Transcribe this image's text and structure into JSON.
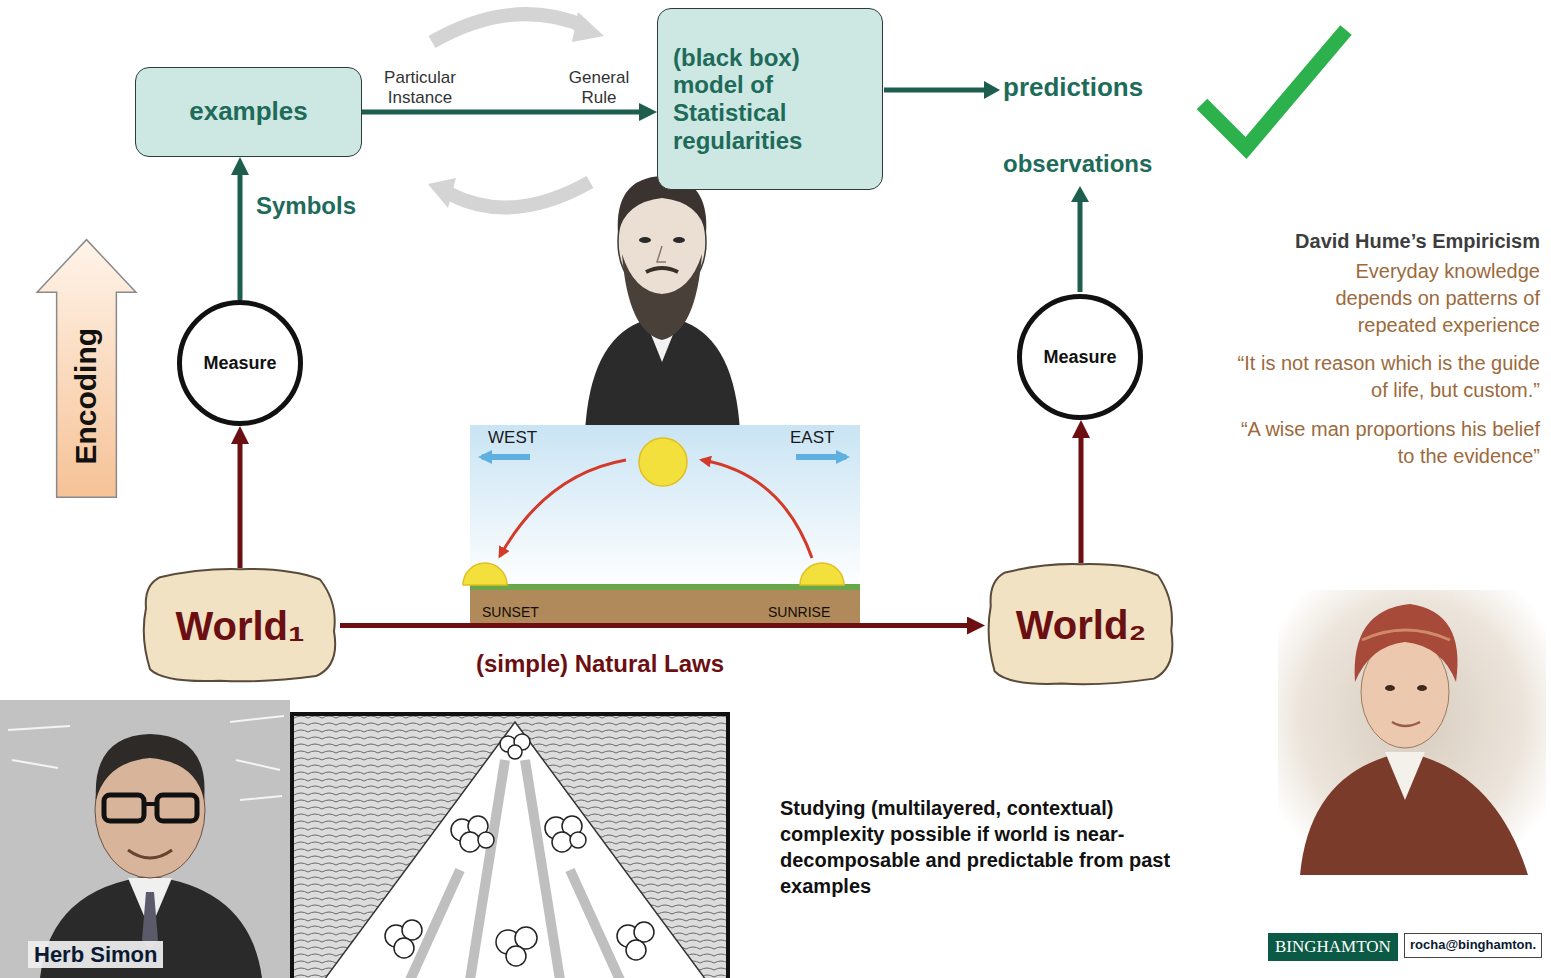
{
  "diagram": {
    "nodes": [
      {
        "text": [
          "examples"
        ]
      },
      {
        "text": [
          "(black box) model of Statistical regularities"
        ]
      },
      {
        "text": [
          "Encoding"
        ]
      },
      {
        "text": [
          "Measure"
        ]
      },
      {
        "text": [
          "Measure"
        ]
      },
      {
        "text": [
          "World₁"
        ]
      },
      {
        "text": [
          "World₂"
        ]
      }
    ],
    "edges": [
      {
        "from": 0,
        "to": 1,
        "arrow": "to",
        "label": "Particular Instance"
      },
      {
        "from": 3,
        "to": 0,
        "arrow": "to",
        "label": "Symbols"
      },
      {
        "from": 5,
        "to": 3,
        "arrow": "to"
      },
      {
        "from": 6,
        "to": 4,
        "arrow": "to"
      },
      {
        "from": 5,
        "to": 6,
        "arrow": "to",
        "label": "(simple) Natural Laws"
      }
    ],
    "labels": [
      "General Rule",
      "predictions",
      "observations",
      "David Hume’s Empiricism",
      "Everyday knowledge depends on patterns of repeated experience",
      "“It is not reason which is the guide of life, but custom.”",
      "“A wise man proportions his belief to the evidence”",
      "WEST",
      "EAST",
      "SUNSET",
      "SUNRISE",
      "Studying (multilayered, contextual) complexity possible if world is near-decomposable and predictable from past examples",
      "Herb Simon",
      "BINGHAMTON",
      "rocha@binghamton."
    ]
  }
}
